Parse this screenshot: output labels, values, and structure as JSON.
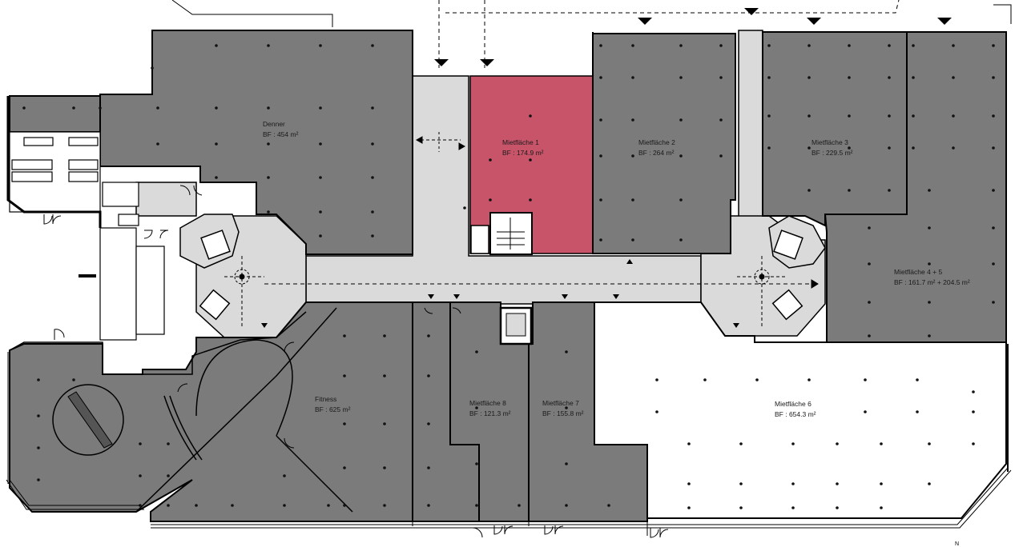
{
  "colors": {
    "rented_unit": "#7b7b7b",
    "highlighted_unit": "#c8546a",
    "corridor": "#dadada",
    "open_unit": "#ffffff",
    "wall": "#000000"
  },
  "units": [
    {
      "id": "denner",
      "name": "Denner",
      "area": "BF :  454 m²",
      "highlighted": false
    },
    {
      "id": "mietflaeche-1",
      "name": "Mietfläche 1",
      "area": "BF :  174.9 m²",
      "highlighted": true
    },
    {
      "id": "mietflaeche-2",
      "name": "Mietfläche 2",
      "area": "BF :  264 m²",
      "highlighted": false
    },
    {
      "id": "mietflaeche-3",
      "name": "Mietfläche 3",
      "area": "BF :  229.5 m²",
      "highlighted": false
    },
    {
      "id": "mietflaeche-4-5",
      "name": "Mietfläche 4 + 5",
      "area": "BF :  161.7 m² + 204.5 m²",
      "highlighted": false
    },
    {
      "id": "fitness",
      "name": "Fitness",
      "area": "BF :  625 m²",
      "highlighted": false
    },
    {
      "id": "mietflaeche-8",
      "name": "Mietfläche 8",
      "area": "BF :  121.3 m²",
      "highlighted": false
    },
    {
      "id": "mietflaeche-7",
      "name": "Mietfläche 7",
      "area": "BF :  155.8 m²",
      "highlighted": false
    },
    {
      "id": "mietflaeche-6",
      "name": "Mietfläche 6",
      "area": "BF :  654.3 m²",
      "highlighted": false
    }
  ],
  "north_marker": "N"
}
